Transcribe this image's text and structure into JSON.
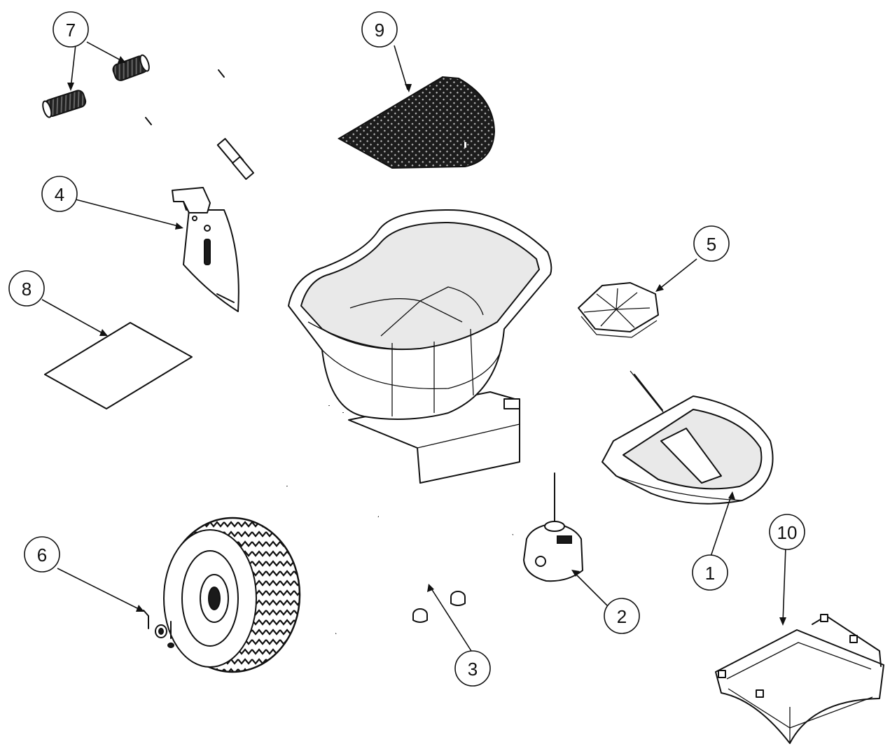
{
  "callouts": [
    {
      "id": "1",
      "label": "1",
      "part": "deflector-housing"
    },
    {
      "id": "2",
      "label": "2",
      "part": "gearbox"
    },
    {
      "id": "3",
      "label": "3",
      "part": "axle"
    },
    {
      "id": "4",
      "label": "4",
      "part": "gate-plate"
    },
    {
      "id": "5",
      "label": "5",
      "part": "spinner"
    },
    {
      "id": "6",
      "label": "6",
      "part": "wheel-hardware"
    },
    {
      "id": "7",
      "label": "7",
      "part": "handle-grips"
    },
    {
      "id": "8",
      "label": "8",
      "part": "manual"
    },
    {
      "id": "9",
      "label": "9",
      "part": "hopper-screen"
    },
    {
      "id": "10",
      "label": "10",
      "part": "deflector-shield"
    }
  ]
}
